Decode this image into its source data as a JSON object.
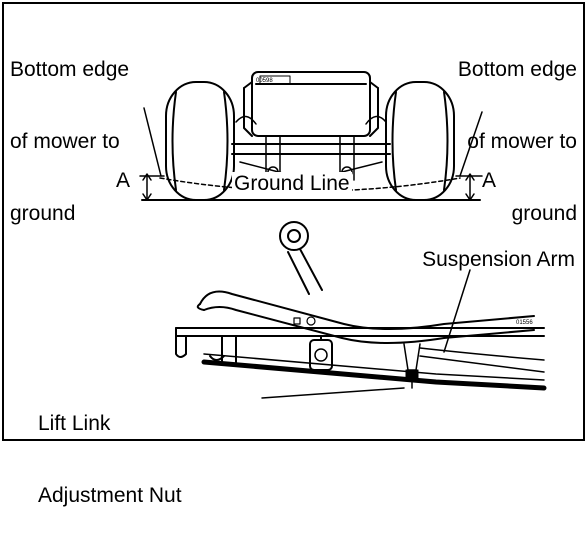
{
  "top_figure": {
    "left_label_lines": [
      "Bottom edge",
      "of mower to",
      "ground"
    ],
    "right_label_lines": [
      "Bottom edge",
      "of mower to",
      "ground"
    ],
    "ground_line": "Ground Line",
    "dim_left": "A",
    "dim_right": "A",
    "figure_code": "00598"
  },
  "bottom_figure": {
    "suspension_arm": "Suspension Arm",
    "lift_link_line1": "Lift Link",
    "lift_link_line2": "Adjustment Nut",
    "figure_code": "01556"
  }
}
